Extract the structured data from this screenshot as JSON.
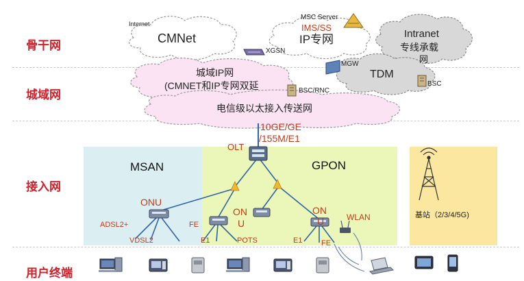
{
  "layers": {
    "backbone": "骨干网",
    "metro": "城域网",
    "access": "接入网",
    "user": "用户终端"
  },
  "backbone": {
    "internet_label": "Internet",
    "cmnet": "CMNet",
    "ip_private": "IP专网",
    "msc_server": "MSC Server",
    "ims_ss": "IMS/SS",
    "intranet_line1": "Intranet",
    "intranet_line2": "专线承载",
    "intranet_line3": "网",
    "xgsn": "XGSN"
  },
  "metro": {
    "city_ip_line1": "城域IP网",
    "city_ip_line2": "(CMNET和IP专网双延",
    "mgw": "MGW",
    "tdm": "TDM",
    "bsc_rnc": "BSC/RNC",
    "bsc": "BSC",
    "transport": "电信级以太接入传送网"
  },
  "uplink": {
    "line1": "10GE/GE",
    "line2": "/155M/E1"
  },
  "access": {
    "msan": "MSAN",
    "gpon": "GPON",
    "olt": "OLT",
    "onu_left": "ONU",
    "onu_mid_1": "ON",
    "onu_mid_2": "U",
    "onu_right_1": "ON",
    "onu_right_2": "U",
    "wlan": "WLAN",
    "adsl": "ADSL2+",
    "vdsl": "VDSL2",
    "fe_left": "FE",
    "e1_left": "E1",
    "pots": "POTS",
    "e1_right": "E1",
    "fe_right": "FE",
    "base_station": "基站（2/3/4/5G)"
  },
  "colors": {
    "layer_label": "#d0202a",
    "msan_bg": "#dbeef2",
    "gpon_bg": "#eaf7b8",
    "base_bg": "#fbe7a0",
    "cloud_pink": "#fbe3f4",
    "cloud_gray": "#d8d8d8",
    "uplink_text": "#c23a1a"
  }
}
